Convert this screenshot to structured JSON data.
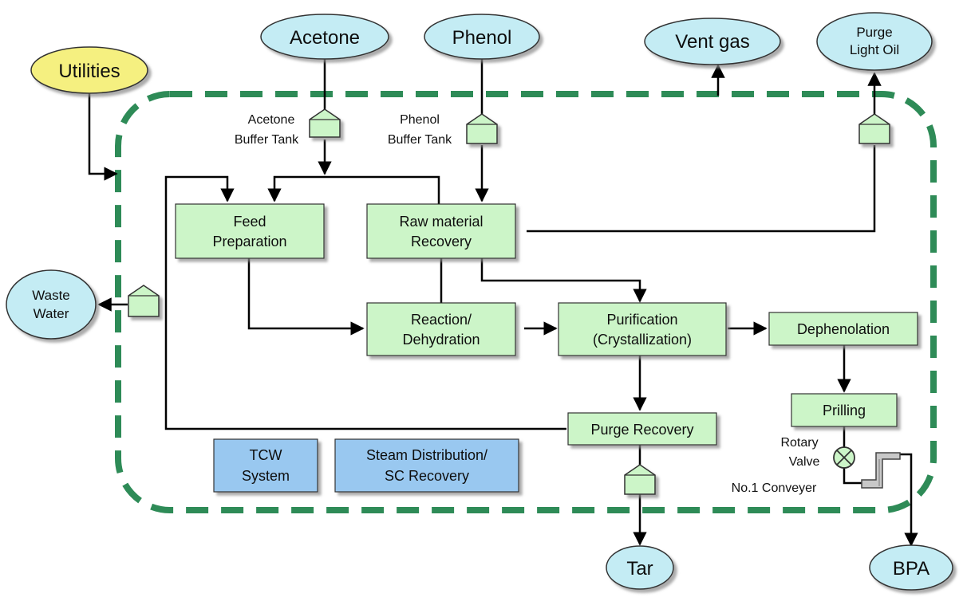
{
  "colors": {
    "boundary": "#2e8b57",
    "box_fill": "#ccf5c8",
    "box_stroke": "#333333",
    "utility_fill": "#99c8f0",
    "ellipse_fill": "#c4ecf4",
    "utilities_fill": "#f5f080",
    "line": "#000000"
  },
  "external": {
    "utilities": "Utilities",
    "acetone": "Acetone",
    "phenol": "Phenol",
    "vent_gas": "Vent gas",
    "purge_light_oil": [
      "Purge",
      "Light Oil"
    ],
    "waste_water": [
      "Waste",
      "Water"
    ],
    "tar": "Tar",
    "bpa": "BPA"
  },
  "process": {
    "feed_preparation": [
      "Feed",
      "Preparation"
    ],
    "raw_material_recovery": [
      "Raw material",
      "Recovery"
    ],
    "reaction_dehydration": [
      "Reaction/",
      "Dehydration"
    ],
    "purification": [
      "Purification",
      "(Crystallization)"
    ],
    "dephenolation": "Dephenolation",
    "prilling": "Prilling",
    "purge_recovery": "Purge Recovery",
    "tcw_system": [
      "TCW",
      "System"
    ],
    "steam_distribution": [
      "Steam Distribution/",
      "SC Recovery"
    ]
  },
  "labels": {
    "acetone_buffer_tank": [
      "Acetone",
      "Buffer Tank"
    ],
    "phenol_buffer_tank": [
      "Phenol",
      "Buffer Tank"
    ],
    "rotary_valve": [
      "Rotary",
      "Valve"
    ],
    "no1_conveyer": "No.1 Conveyer"
  }
}
